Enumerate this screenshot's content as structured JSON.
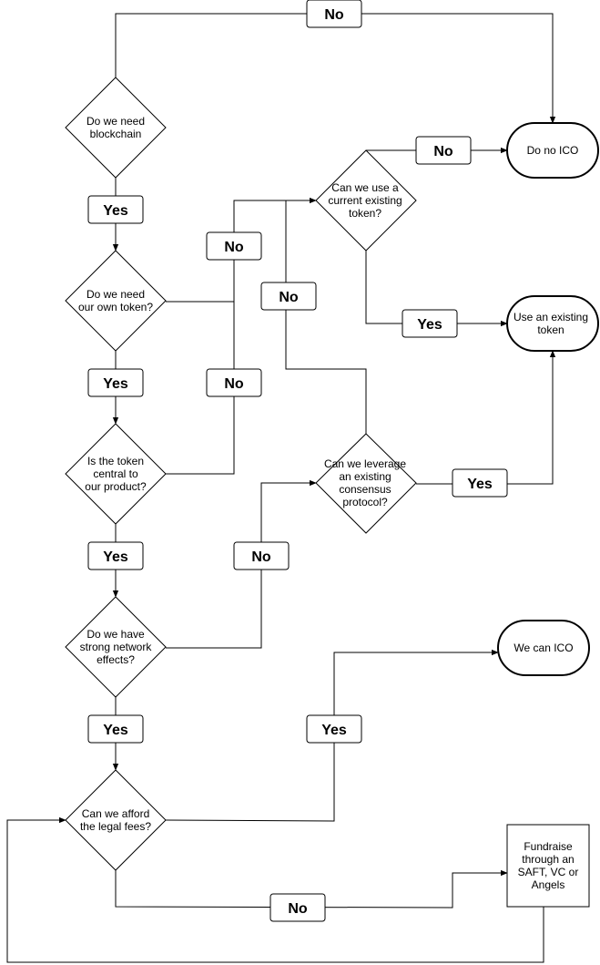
{
  "nodes": {
    "need_blockchain": "Do we need\nblockchain",
    "own_token": "Do we need\nour own token?",
    "token_central": "Is the token\ncentral to\nour product?",
    "network_effects": "Do we have\nstrong network\neffects?",
    "legal_fees": "Can we afford\nthe legal fees?",
    "use_current_token": "Can we use a\ncurrent existing\ntoken?",
    "leverage_consensus": "Can we leverage\nan existing\nconsensus\nprotocol?",
    "do_no_ico": "Do no ICO",
    "use_existing_token": "Use an existing\ntoken",
    "we_can_ico": "We can ICO",
    "fundraise": "Fundraise\nthrough an\nSAFT, VC or\nAngels"
  },
  "labels": {
    "no_top": "No",
    "yes_1": "Yes",
    "no_to_use_token": "No",
    "no_use_token_to_noico": "No",
    "yes_use_token": "Yes",
    "no_leverage": "No",
    "yes_2": "Yes",
    "no_central": "No",
    "yes_leverage": "Yes",
    "yes_3": "Yes",
    "no_network": "No",
    "yes_4": "Yes",
    "yes_legal": "Yes",
    "no_legal": "No"
  }
}
